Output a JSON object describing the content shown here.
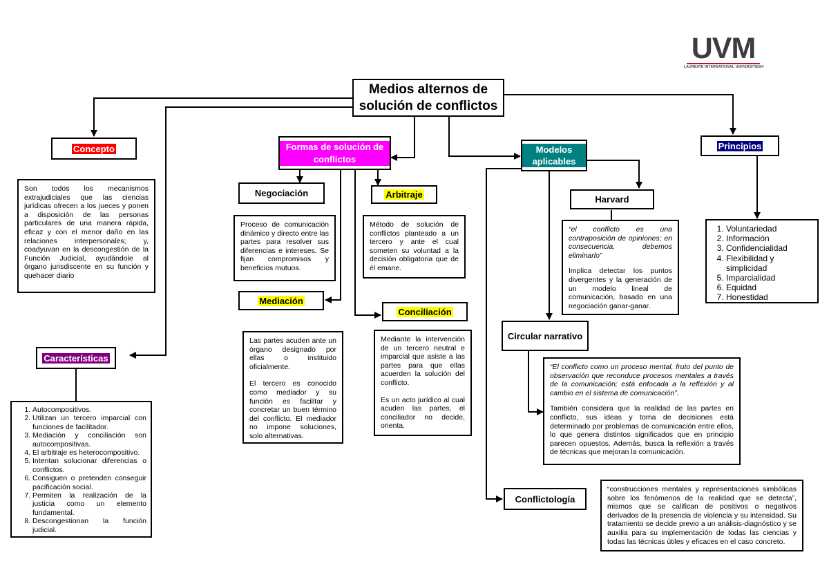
{
  "logo": {
    "main": "UVM",
    "sub": "LAUREATE INTERNATIONAL UNIVERSITIES®"
  },
  "colors": {
    "concepto": "#ff0000",
    "formas": "#ff00ff",
    "modelos": "#008080",
    "principios": "#000080",
    "caracteristicas": "#800080",
    "highlight": "#ffff00"
  },
  "root": {
    "title": "Medios alternos de solución de conflictos"
  },
  "concepto": {
    "title": "Concepto",
    "text": "Son todos los mecanismos extrajudiciales que las ciencias jurídicas ofrecen a los jueces y ponen a disposición de las personas particulares de una manera rápida, eficaz y con el menor daño en las relaciones interpersonales; y, coadyuvan en la descongestión de la Función Judicial, ayudándole al órgano jurisdiscente en su función y quehacer diario"
  },
  "caracteristicas": {
    "title": "Características",
    "items": [
      "Autocompositivos.",
      "Utilizan un tercero imparcial con funciones de facilitador.",
      "Mediación y conciliación son autocompositivas.",
      "El arbitraje es heterocompositivo.",
      "Intentan solucionar diferencias o conflictos.",
      "Consiguen o pretenden conseguir pacificación social.",
      "Permiten la realización de la justicia como un elemento fundamental.",
      "Descongestionan la función judicial."
    ]
  },
  "formas": {
    "title": "Formas de solución de conflictos",
    "negociacion": {
      "title": "Negociación",
      "text": "Proceso de comunicación dinámico y directo entre las partes para resolver sus diferencias e intereses. Se fijan compromisos y beneficios mutuos."
    },
    "arbitraje": {
      "title": "Arbitraje",
      "text": "Método de solución de conflictos planteado a un tercero y ante el cual someten su voluntad a la decisión obligatoria que de él emane."
    },
    "mediacion": {
      "title": "Mediación",
      "text1": "Las partes acuden ante un órgano designado por ellas o instituido oficialmente.",
      "text2": "El tercero es conocido como mediador y su función es facilitar y concretar un buen término del conflicto. El mediador no impone soluciones, solo alternativas."
    },
    "conciliacion": {
      "title": "Conciliación",
      "text1": "Mediante la intervención de un tercero neutral e imparcial que asiste a las partes para que ellas acuerden la solución del conflicto.",
      "text2": "Es un acto jurídico al cual acuden las partes, el conciliador no decide, orienta."
    }
  },
  "modelos": {
    "title": "Modelos aplicables",
    "harvard": {
      "title": "Harvard",
      "quote": "“el conflicto es una contraposición de opiniones; en consecuencia, debemos eliminarlo”",
      "text": "Implica detectar los puntos divergentes y la generación de un modelo lineal de comunicación, basado en una negociación ganar-ganar."
    },
    "circular": {
      "title": "Circular narrativo",
      "quote": "“El conflicto como un proceso mental, fruto del punto de observación que reconduce procesos mentales a través de la comunicación; está enfocada a la reflexión y al cambio en el sistema de comunicación”.",
      "text": "También considera que la realidad de las partes en conflicto, sus ideas y toma de decisiones está determinado por problemas de comunicación entre ellos, lo que genera distintos significados que en principio parecen opuestos. Además, busca la reflexión a través de técnicas que mejoran la comunicación."
    },
    "conflictologia": {
      "title": "Conflictología",
      "text": "“construcciones mentales y representaciones simbólicas sobre los fenómenos de la realidad que se detecta”, mismos que se califican de positivos o negativos derivados de la presencia de violencia y su intensidad. Su tratamiento se decide previo a un análisis-diagnóstico y se auxilia para su implementación de todas las ciencias y todas las técnicas útiles y eficaces en el caso concreto."
    }
  },
  "principios": {
    "title": "Principios",
    "items": [
      "Voluntariedad",
      "Información",
      "Confidencialidad",
      "Flexibilidad y simplicidad",
      "Imparcialidad",
      "Equidad",
      "Honestidad"
    ]
  }
}
